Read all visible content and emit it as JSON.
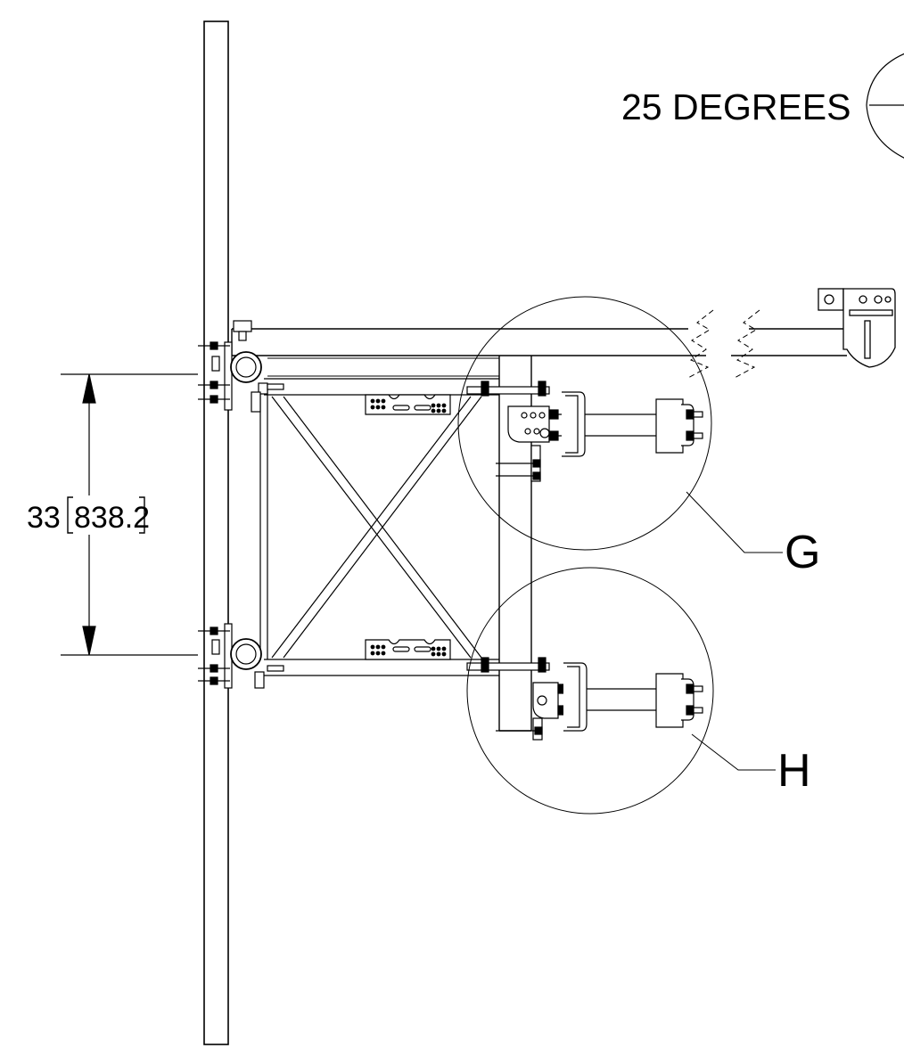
{
  "labels": {
    "angle": "25 DEGREES",
    "dimension_value": "33",
    "dimension_metric": "838.2",
    "detail_g": "G",
    "detail_h": "H"
  },
  "colors": {
    "line": "#000000",
    "background": "#ffffff"
  }
}
